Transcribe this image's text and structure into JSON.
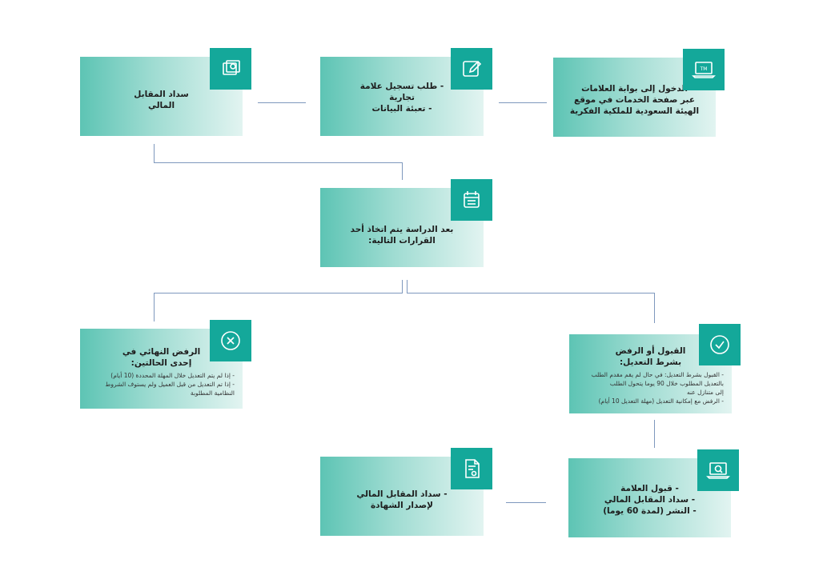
{
  "colors": {
    "teal": "#14a89a",
    "connector": "#7e98bd",
    "gradient_start": "#5dc4b4",
    "gradient_end": "#e2f4f1"
  },
  "boxes": {
    "portal": {
      "icon": "tm-laptop-icon",
      "lines": [
        "الدخول إلى بوابة العلامات",
        "عبر صفحة الخدمات في موقع",
        "الهيئة السعودية للملكية الفكرية"
      ]
    },
    "request": {
      "icon": "pencil-edit-icon",
      "lines": [
        "- طلب تسجيل علامة",
        "تجارية",
        "- تعبئة البيانات"
      ]
    },
    "payment": {
      "icon": "money-icon",
      "lines": [
        "سداد المقابل",
        "المالي"
      ]
    },
    "study": {
      "icon": "calendar-icon",
      "lines": [
        "بعد الدراسة يتم اتخاذ أحد",
        "القرارات التالية:"
      ]
    },
    "rejection": {
      "icon": "close-icon",
      "title_lines": [
        "الرفض النهائي في",
        "إحدى الحالتين:"
      ],
      "notes": [
        "- إذا لم يتم التعديل خلال المهلة المحددة (10 أيام)",
        "- إذا تم التعديل من قبل العميل ولم يستوف الشروط",
        "النظامية المطلوبة"
      ]
    },
    "conditional": {
      "icon": "check-icon",
      "title_lines": [
        "القبول أو الرفض",
        "بشرط التعديل:"
      ],
      "notes": [
        "- القبول بشرط التعديل: في حال لم يقم مقدم الطلب",
        "بالتعديل المطلوب خلال 90 يوما يتحول الطلب",
        "إلى متنازل عنه",
        "- الرفض مع إمكانية التعديل (مهلة التعديل 10 أيام)"
      ]
    },
    "acceptance": {
      "icon": "laptop-search-icon",
      "lines": [
        "- قبول العلامة",
        "- سداد المقابل المالي",
        "- النشر (لمدة 60 يوما)"
      ]
    },
    "certificate": {
      "icon": "certificate-icon",
      "lines": [
        "- سداد المقابل المالي",
        "لإصدار الشهادة"
      ]
    }
  }
}
